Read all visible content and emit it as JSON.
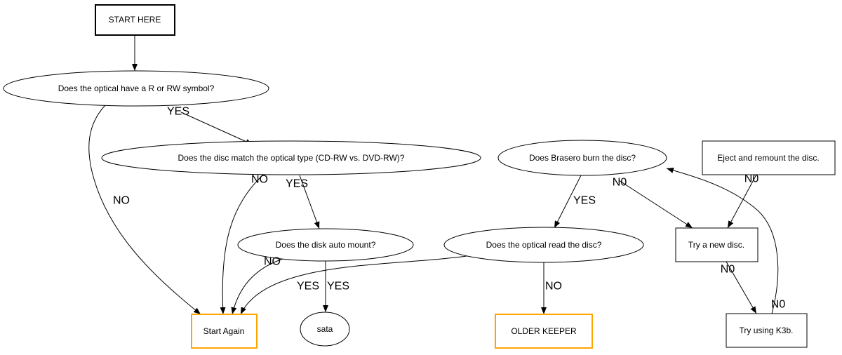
{
  "colors": {
    "highlight": "#FFA500",
    "stroke": "#000000"
  },
  "nodes": {
    "start": "START HERE",
    "q_symbol": "Does the optical have a R or RW symbol?",
    "q_match": "Does the disc match the optical type (CD-RW vs. DVD-RW)?",
    "q_mount": "Does the disk auto mount?",
    "q_read": "Does the optical read the disc?",
    "q_brasero": "Does Brasero burn the disc?",
    "eject": "Eject and remount the disc.",
    "try_new": "Try a new disc.",
    "try_k3b": "Try using K3b.",
    "start_again": "Start Again",
    "sata": "sata",
    "older_keeper": "OLDER KEEPER"
  },
  "edges": [
    {
      "from": "q_symbol",
      "to": "q_match",
      "label": "YES"
    },
    {
      "from": "q_symbol",
      "to": "start_again",
      "label": "NO"
    },
    {
      "from": "q_match",
      "to": "start_again",
      "label": "NO"
    },
    {
      "from": "q_match",
      "to": "q_mount",
      "label": "YES"
    },
    {
      "from": "q_mount",
      "to": "start_again",
      "label": "NO"
    },
    {
      "from": "q_read",
      "to": "start_again",
      "label": "YES"
    },
    {
      "from": "q_mount",
      "to": "sata",
      "label": "YES"
    },
    {
      "from": "q_read",
      "to": "older_keeper",
      "label": "NO"
    },
    {
      "from": "q_brasero",
      "to": "q_read",
      "label": "YES"
    },
    {
      "from": "q_brasero",
      "to": "try_new",
      "label": "N0"
    },
    {
      "from": "eject",
      "to": "try_new",
      "label": "N0"
    },
    {
      "from": "try_new",
      "to": "try_k3b",
      "label": "N0"
    },
    {
      "from": "try_k3b",
      "to": "q_brasero",
      "label": "N0"
    }
  ]
}
